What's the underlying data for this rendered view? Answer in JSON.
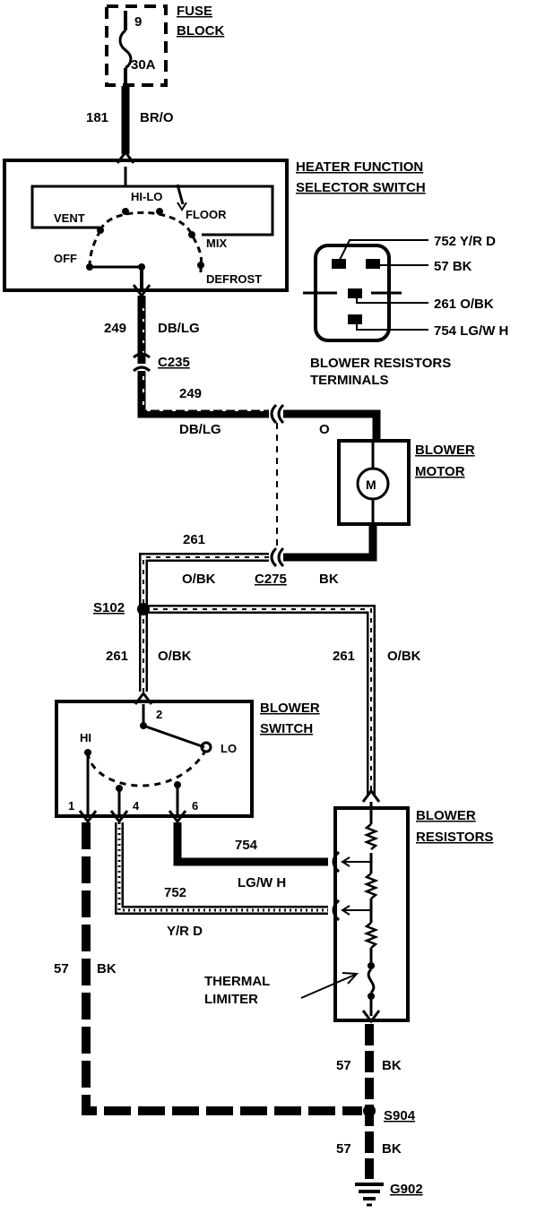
{
  "fuse_block": {
    "title_line1": "FUSE",
    "title_line2": "BLOCK",
    "fuse_number": "9",
    "fuse_rating": "30A"
  },
  "circuit_181": {
    "number": "181",
    "color": "BR/O"
  },
  "function_switch": {
    "title_line1": "HEATER FUNCTION",
    "title_line2": "SELECTOR SWITCH",
    "hi_lo": "HI-LO",
    "vent": "VENT",
    "floor": "FLOOR",
    "mix": "MIX",
    "off": "OFF",
    "defrost": "DEFROST"
  },
  "circuit_249": {
    "number": "249",
    "color": "DB/LG"
  },
  "connector_c235": "C235",
  "connector_c275": "C275",
  "motor_feed_color": "O",
  "blower_motor": {
    "title_line1": "BLOWER",
    "title_line2": "MOTOR",
    "symbol": "M"
  },
  "resistor_terminals": {
    "caption_line1": "BLOWER RESISTORS",
    "caption_line2": "TERMINALS",
    "labels": [
      "752 Y/R D",
      "57 BK",
      "261 O/BK",
      "754 LG/W H"
    ]
  },
  "circuit_261": {
    "number": "261",
    "color": "O/BK"
  },
  "motor_ground_color": "BK",
  "splice_s102": "S102",
  "blower_switch": {
    "title_line1": "BLOWER",
    "title_line2": "SWITCH",
    "hi": "HI",
    "lo": "LO",
    "pin_2": "2",
    "pin_1": "1",
    "pin_4": "4",
    "pin_6": "6"
  },
  "blower_resistors": {
    "title_line1": "BLOWER",
    "title_line2": "RESISTORS"
  },
  "circuit_754": {
    "number": "754",
    "color": "LG/W H"
  },
  "circuit_752": {
    "number": "752",
    "color": "Y/R D"
  },
  "circuit_57": {
    "number": "57",
    "color": "BK"
  },
  "thermal_limiter": {
    "line1": "THERMAL",
    "line2": "LIMITER"
  },
  "splice_s904": "S904",
  "ground_g902": "G902"
}
